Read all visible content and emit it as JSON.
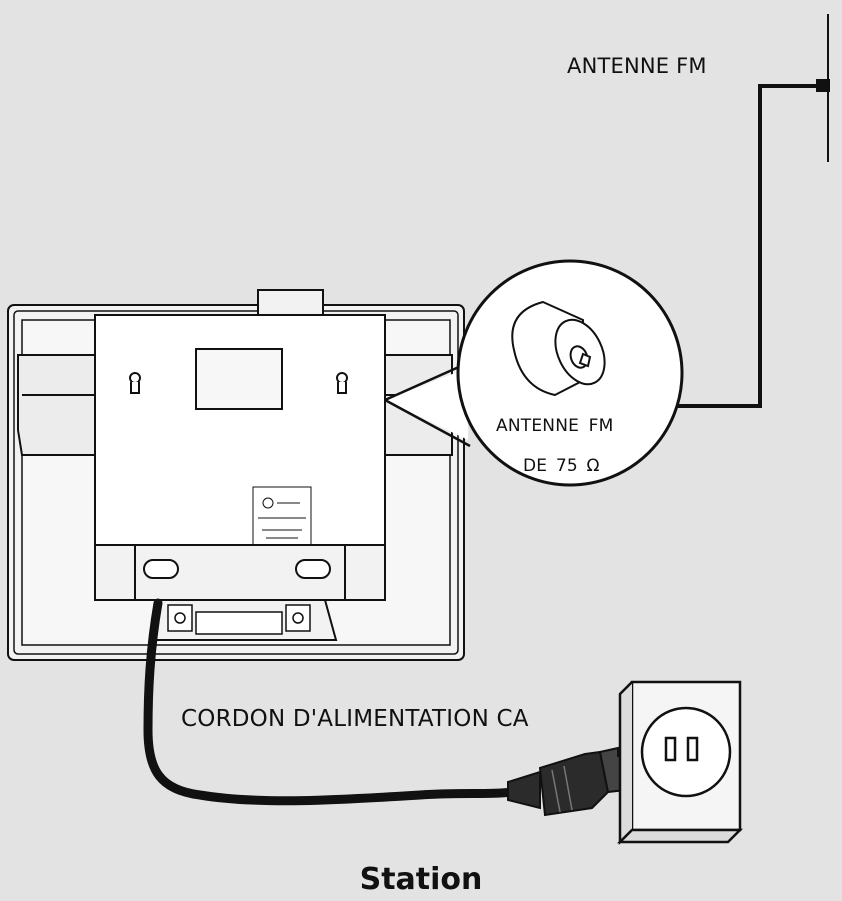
{
  "labels": {
    "antenna_top": "ANTENNE FM",
    "antenna_connector": "ANTENNE  FM",
    "antenna_impedance": "DE  75 Ω",
    "power_cord": "CORDON D'ALIMENTATION CA",
    "caption": "Station"
  },
  "colors": {
    "background": "#e3e3e3",
    "line": "#111111",
    "device_fill": "#f2f2f2"
  }
}
